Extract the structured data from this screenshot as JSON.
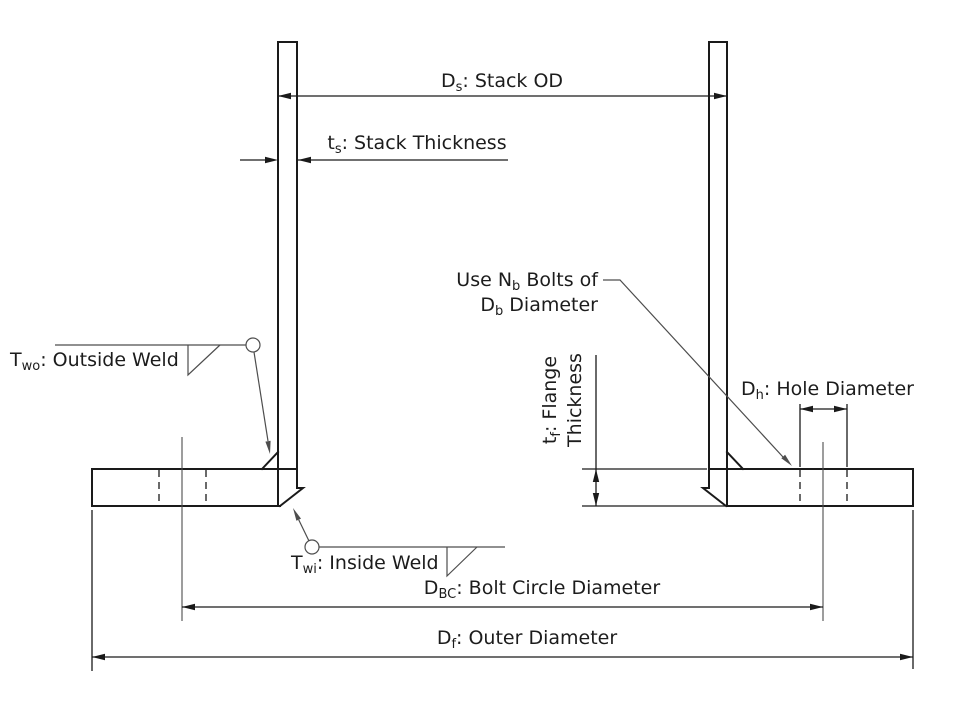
{
  "colors": {
    "line": "#1a1a1a",
    "annotation": "#4d4d4d",
    "background": "#ffffff"
  },
  "labels": {
    "stack_od": {
      "pre": "D",
      "sub": "s",
      "post": ": Stack OD"
    },
    "stack_thickness": {
      "pre": "t",
      "sub": "s",
      "post": ": Stack Thickness"
    },
    "bolts_note": {
      "line1": {
        "pre": "Use N",
        "sub": "b",
        "post": " Bolts of"
      },
      "line2": {
        "pre": "D",
        "sub": "b",
        "post": " Diameter"
      }
    },
    "flange_thickness": {
      "line1": {
        "pre": "t",
        "sub": "f",
        "post": ": Flange"
      },
      "line2": "Thickness"
    },
    "hole_diameter": {
      "pre": "D",
      "sub": "h",
      "post": ": Hole Diameter"
    },
    "outside_weld": {
      "pre": "T",
      "sub": "wo",
      "post": ": Outside Weld"
    },
    "inside_weld": {
      "pre": "T",
      "sub": "wi",
      "post": ": Inside Weld"
    },
    "bolt_circle": {
      "pre": "D",
      "sub": "BC",
      "post": ": Bolt Circle Diameter"
    },
    "outer_diameter": {
      "pre": "D",
      "sub": "f",
      "post": ": Outer Diameter"
    }
  }
}
